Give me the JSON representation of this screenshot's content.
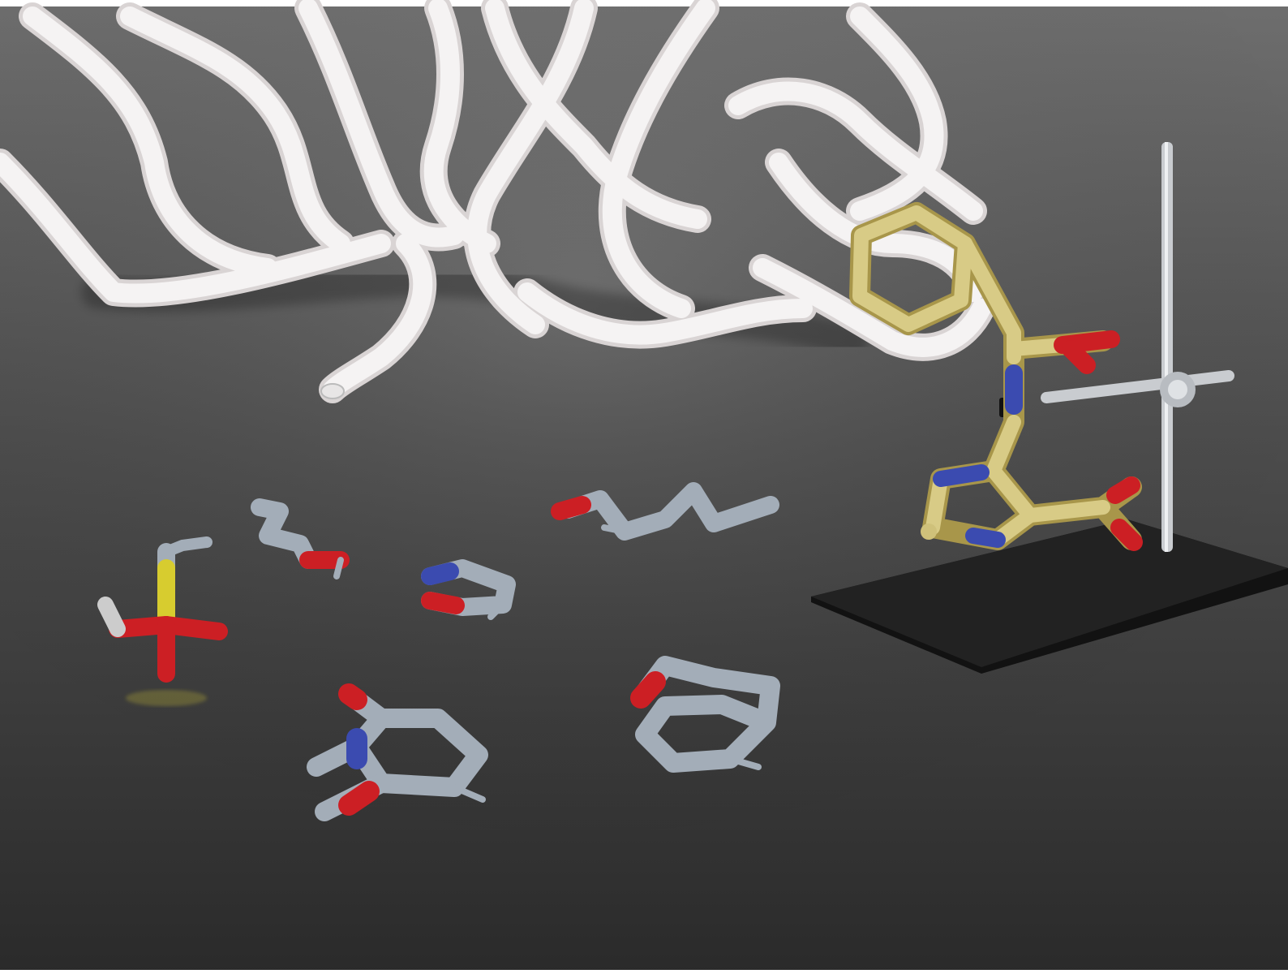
{
  "scene": {
    "description_visible_text": "",
    "colors": {
      "background_top": "#6a6a6a",
      "background_bottom": "#2b2b2b",
      "ribbon": "#f2f0f0",
      "carbon": "#a3adb8",
      "oxygen": "#cc1f24",
      "nitrogen": "#3b4bb0",
      "sulfur": "#d7cc2f",
      "gold": "#cfc17a",
      "stand": "#1a1a1a",
      "rod": "#c9ccd0"
    },
    "fragment_count": 6,
    "objects": [
      "protein-ribbon",
      "ligand-on-stand",
      "lab-stand",
      "fragment-sulfonate",
      "fragment-chain",
      "fragment-ring-no",
      "fragment-alkyl",
      "fragment-bicyclic-lactam",
      "fragment-indane"
    ]
  }
}
